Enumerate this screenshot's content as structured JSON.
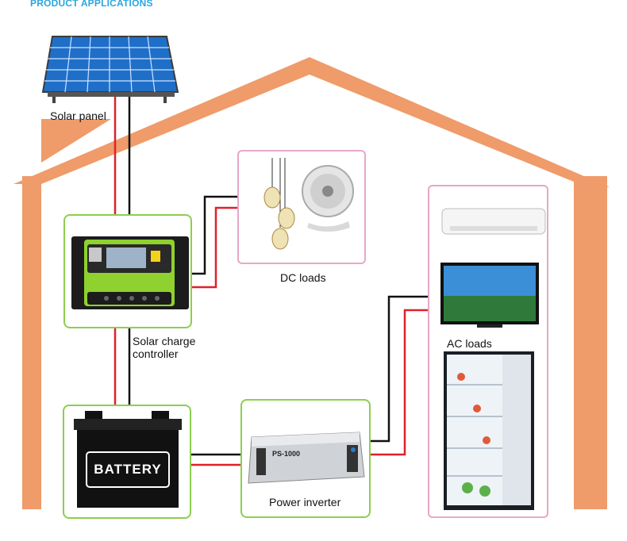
{
  "header": {
    "title": "PRODUCT APPLICATIONS"
  },
  "labels": {
    "solar_panel": "Solar panel",
    "dc_loads": "DC loads",
    "charge_controller_line1": "Solar charge",
    "charge_controller_line2": "controller",
    "ac_loads": "AC loads",
    "power_inverter": "Power inverter",
    "battery": "BATTERY",
    "inverter_model": "PS-1000"
  },
  "colors": {
    "house": "#ef9b6a",
    "box_border": "#8ccf4d",
    "loads_border": "#e7a7c8",
    "wire_positive": "#e0202a",
    "wire_negative": "#111111",
    "header": "#2aa6e0"
  }
}
